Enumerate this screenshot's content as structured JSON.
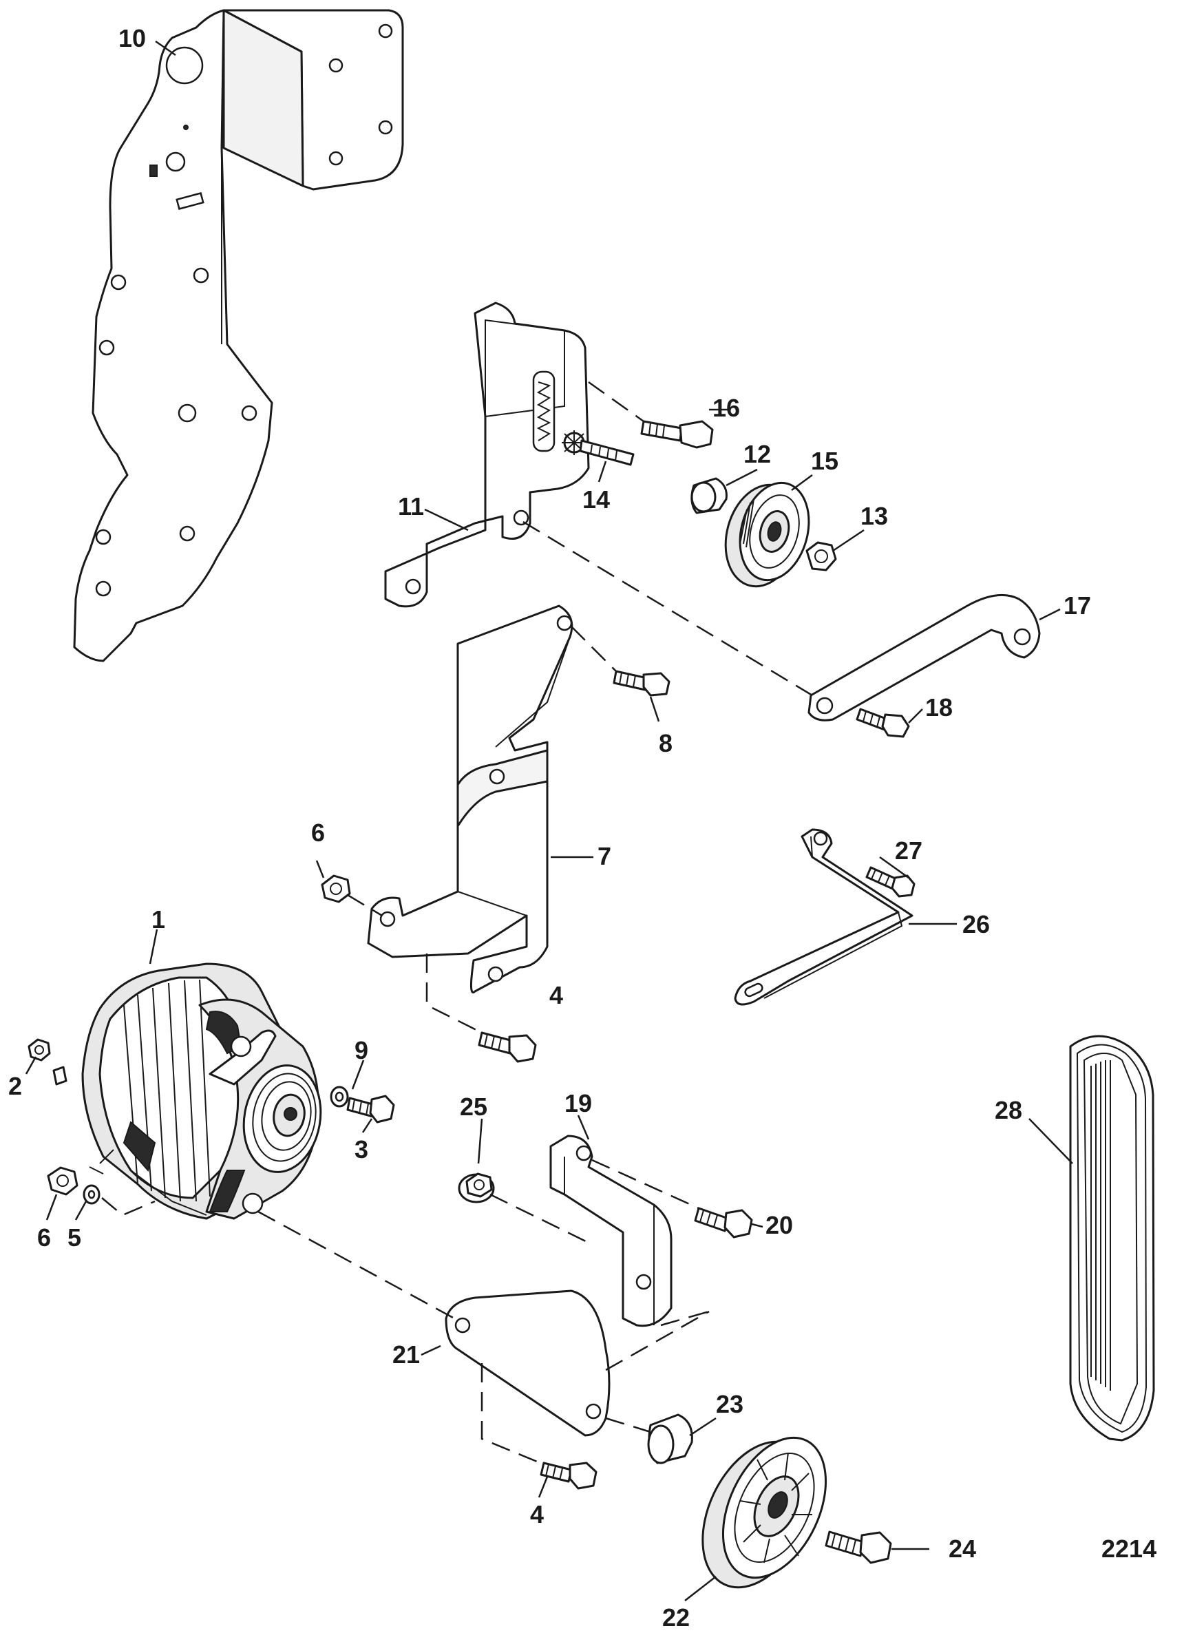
{
  "diagram": {
    "reference_number": "2214",
    "callouts": [
      {
        "id": "c1",
        "label": "1"
      },
      {
        "id": "c2",
        "label": "2"
      },
      {
        "id": "c3",
        "label": "3"
      },
      {
        "id": "c4a",
        "label": "4"
      },
      {
        "id": "c4b",
        "label": "4"
      },
      {
        "id": "c5",
        "label": "5"
      },
      {
        "id": "c6a",
        "label": "6"
      },
      {
        "id": "c6b",
        "label": "6"
      },
      {
        "id": "c7",
        "label": "7"
      },
      {
        "id": "c8",
        "label": "8"
      },
      {
        "id": "c9",
        "label": "9"
      },
      {
        "id": "c10",
        "label": "10"
      },
      {
        "id": "c11",
        "label": "11"
      },
      {
        "id": "c12",
        "label": "12"
      },
      {
        "id": "c13",
        "label": "13"
      },
      {
        "id": "c14",
        "label": "14"
      },
      {
        "id": "c15",
        "label": "15"
      },
      {
        "id": "c16",
        "label": "16"
      },
      {
        "id": "c17",
        "label": "17"
      },
      {
        "id": "c18",
        "label": "18"
      },
      {
        "id": "c19",
        "label": "19"
      },
      {
        "id": "c20",
        "label": "20"
      },
      {
        "id": "c21",
        "label": "21"
      },
      {
        "id": "c22",
        "label": "22"
      },
      {
        "id": "c23",
        "label": "23"
      },
      {
        "id": "c24",
        "label": "24"
      },
      {
        "id": "c25",
        "label": "25"
      },
      {
        "id": "c26",
        "label": "26"
      },
      {
        "id": "c27",
        "label": "27"
      },
      {
        "id": "c28",
        "label": "28"
      }
    ]
  }
}
